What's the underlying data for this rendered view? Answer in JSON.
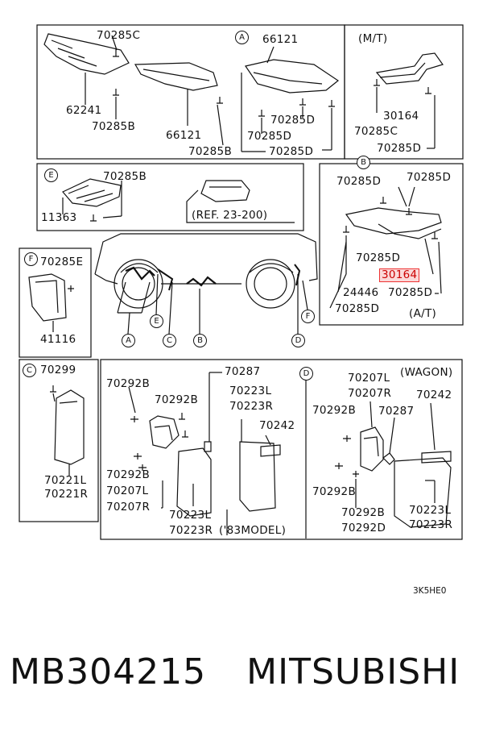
{
  "boxA": {
    "circle": "A",
    "labels": [
      "70285C",
      "66121",
      "62241",
      "70285B",
      "66121",
      "70285B",
      "70285D",
      "70285D",
      "70285D"
    ]
  },
  "boxMT": {
    "title": "(M/T)",
    "labels": [
      "30164",
      "70285C",
      "70285D"
    ]
  },
  "boxE": {
    "circle": "E",
    "labels": [
      "70285B",
      "11363"
    ],
    "ref": "(REF. 23-200)"
  },
  "boxB": {
    "circle": "B",
    "labels": [
      "70285D",
      "70285D",
      "70285D",
      "24446",
      "70285D",
      "70285D"
    ],
    "highlight": "30164",
    "subtitle": "(A/T)"
  },
  "boxF": {
    "circle": "F",
    "labels": [
      "70285E",
      "41116"
    ]
  },
  "vehicle": {
    "callouts": [
      "A",
      "E",
      "C",
      "B",
      "D",
      "F"
    ]
  },
  "boxC": {
    "circle": "C",
    "labels": [
      "70299",
      "70221L",
      "70221R"
    ]
  },
  "boxMid": {
    "labels": [
      "70292B",
      "70292B",
      "70287",
      "70223L",
      "70223R",
      "70242",
      "70292B",
      "70207L",
      "70207R",
      "70223L",
      "70223R"
    ],
    "note": "('83MODEL)"
  },
  "boxD": {
    "circle": "D",
    "labels": [
      "70207L",
      "70207R",
      "70242",
      "70292B",
      "70287",
      "70292B",
      "70292B",
      "70292D",
      "70223L",
      "70223R"
    ],
    "title": "(WAGON)"
  },
  "diagram_code": "3K5HE0",
  "footer": {
    "part_number": "MB304215",
    "brand": "MITSUBISHI"
  }
}
